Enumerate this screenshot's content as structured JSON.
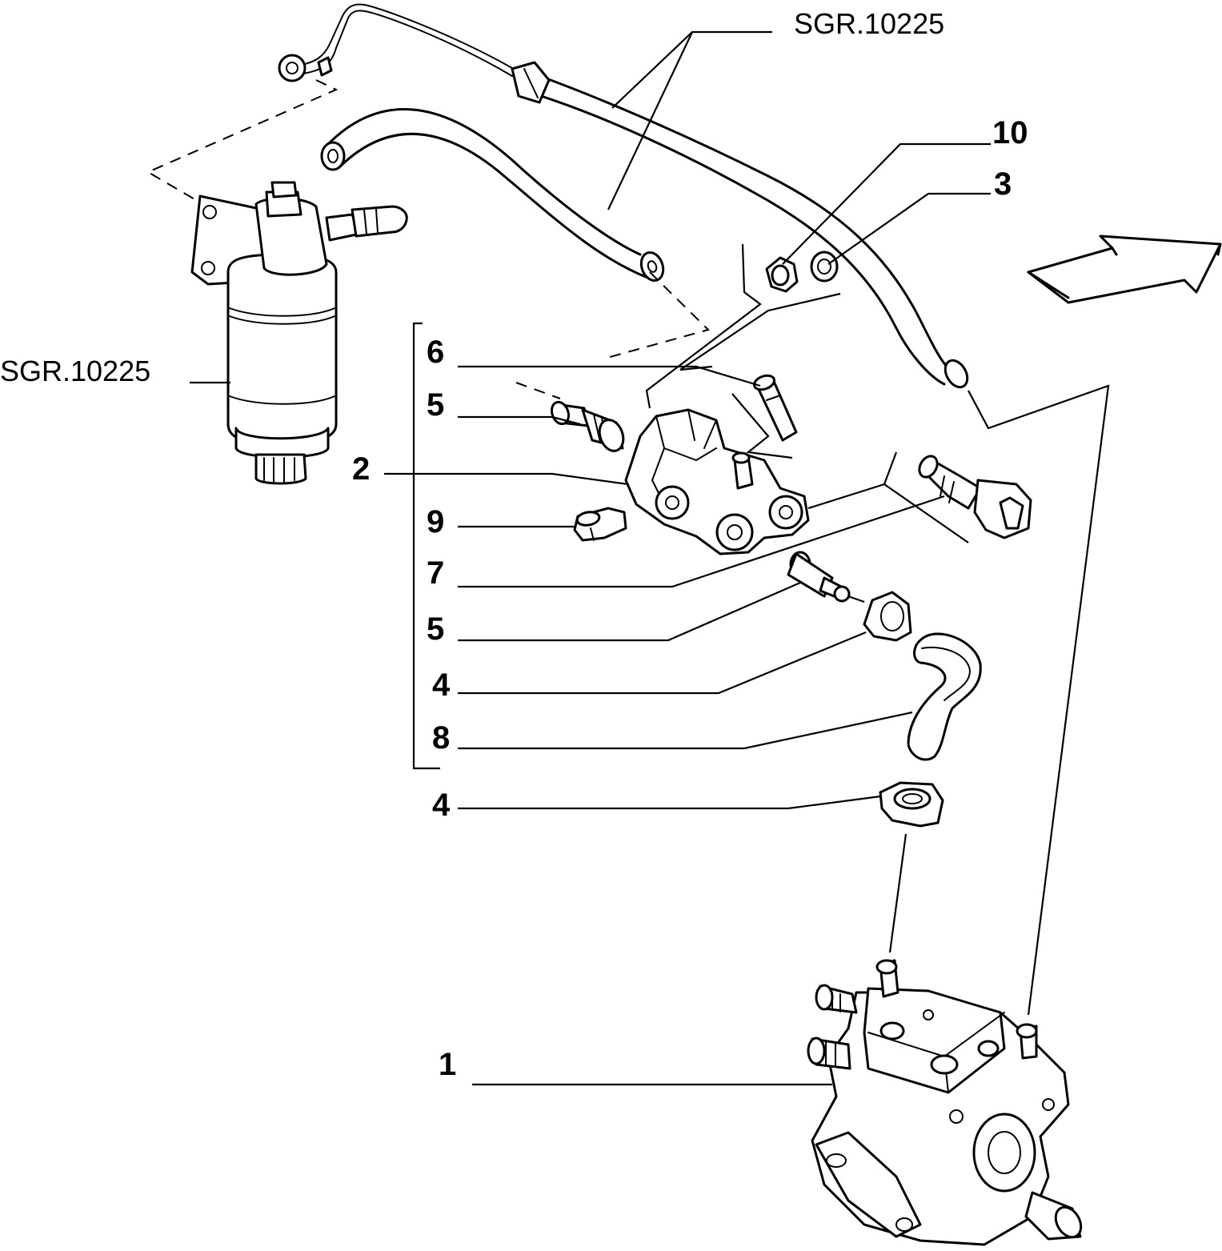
{
  "labels": {
    "ref_top": "SGR.10225",
    "ref_left": "SGR.10225",
    "n10": "10",
    "n3": "3",
    "n6": "6",
    "n5a": "5",
    "n2": "2",
    "n9": "9",
    "n7": "7",
    "n5b": "5",
    "n4a": "4",
    "n8": "8",
    "n4b": "4",
    "n1": "1"
  }
}
